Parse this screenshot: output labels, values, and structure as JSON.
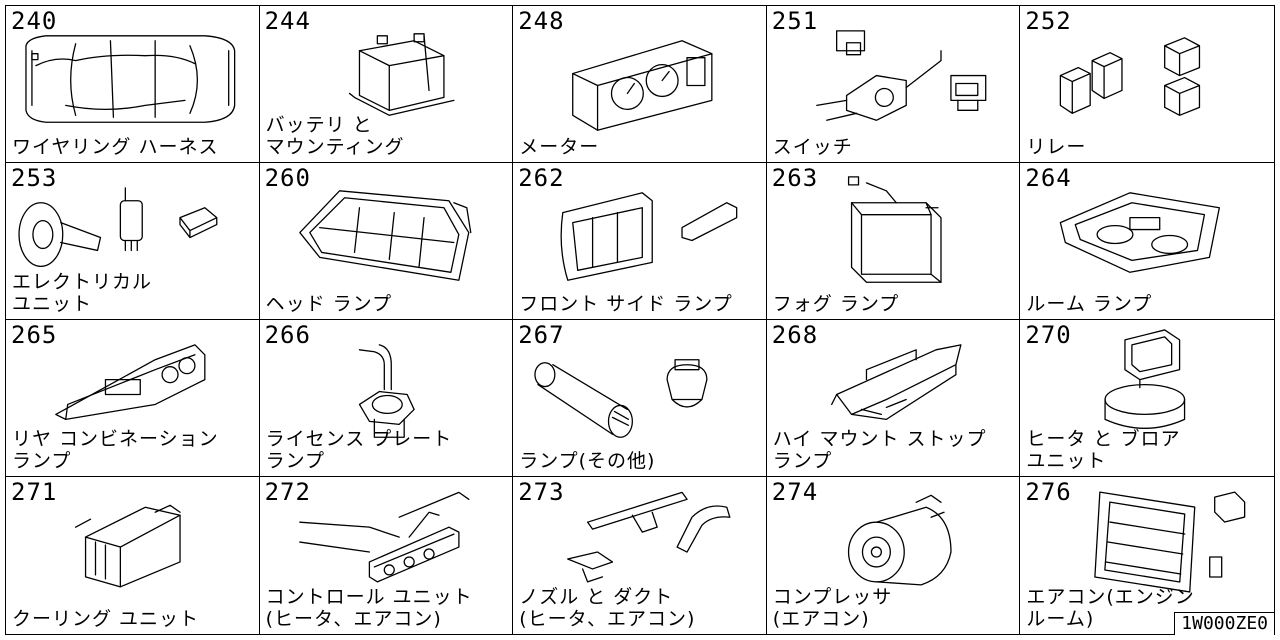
{
  "cells": [
    {
      "code": "240",
      "label": "ワイヤリング ハーネス",
      "icon": "wiring-harness-icon"
    },
    {
      "code": "244",
      "label": "バッテリ と\nマウンティング",
      "icon": "battery-icon"
    },
    {
      "code": "248",
      "label": "メーター",
      "icon": "meter-icon"
    },
    {
      "code": "251",
      "label": "スイッチ",
      "icon": "switch-icon"
    },
    {
      "code": "252",
      "label": "リレー",
      "icon": "relay-icon"
    },
    {
      "code": "253",
      "label": "エレクトリカル\nユニット",
      "icon": "electrical-unit-icon"
    },
    {
      "code": "260",
      "label": "ヘッド ランプ",
      "icon": "headlamp-icon"
    },
    {
      "code": "262",
      "label": "フロント サイド ランプ",
      "icon": "front-side-lamp-icon"
    },
    {
      "code": "263",
      "label": "フォグ ランプ",
      "icon": "fog-lamp-icon"
    },
    {
      "code": "264",
      "label": "ルーム ランプ",
      "icon": "room-lamp-icon"
    },
    {
      "code": "265",
      "label": "リヤ コンビネーション\nランプ",
      "icon": "rear-combination-lamp-icon"
    },
    {
      "code": "266",
      "label": "ライセンス プレート\nランプ",
      "icon": "license-plate-lamp-icon"
    },
    {
      "code": "267",
      "label": "ランプ(その他)",
      "icon": "lamp-other-icon"
    },
    {
      "code": "268",
      "label": "ハイ マウント ストップ\nランプ",
      "icon": "high-mount-stop-lamp-icon"
    },
    {
      "code": "270",
      "label": "ヒータ と ブロア\nユニット",
      "icon": "heater-blower-icon"
    },
    {
      "code": "271",
      "label": "クーリング ユニット",
      "icon": "cooling-unit-icon"
    },
    {
      "code": "272",
      "label": "コントロール ユニット\n(ヒータ、エアコン)",
      "icon": "control-unit-icon"
    },
    {
      "code": "273",
      "label": "ノズル と ダクト\n(ヒータ、エアコン)",
      "icon": "nozzle-duct-icon"
    },
    {
      "code": "274",
      "label": "コンプレッサ\n(エアコン)",
      "icon": "compressor-icon"
    },
    {
      "code": "276",
      "label": "エアコン(エンジン\nルーム)",
      "icon": "aircon-engine-room-icon"
    }
  ],
  "reference": "1W000ZE0"
}
